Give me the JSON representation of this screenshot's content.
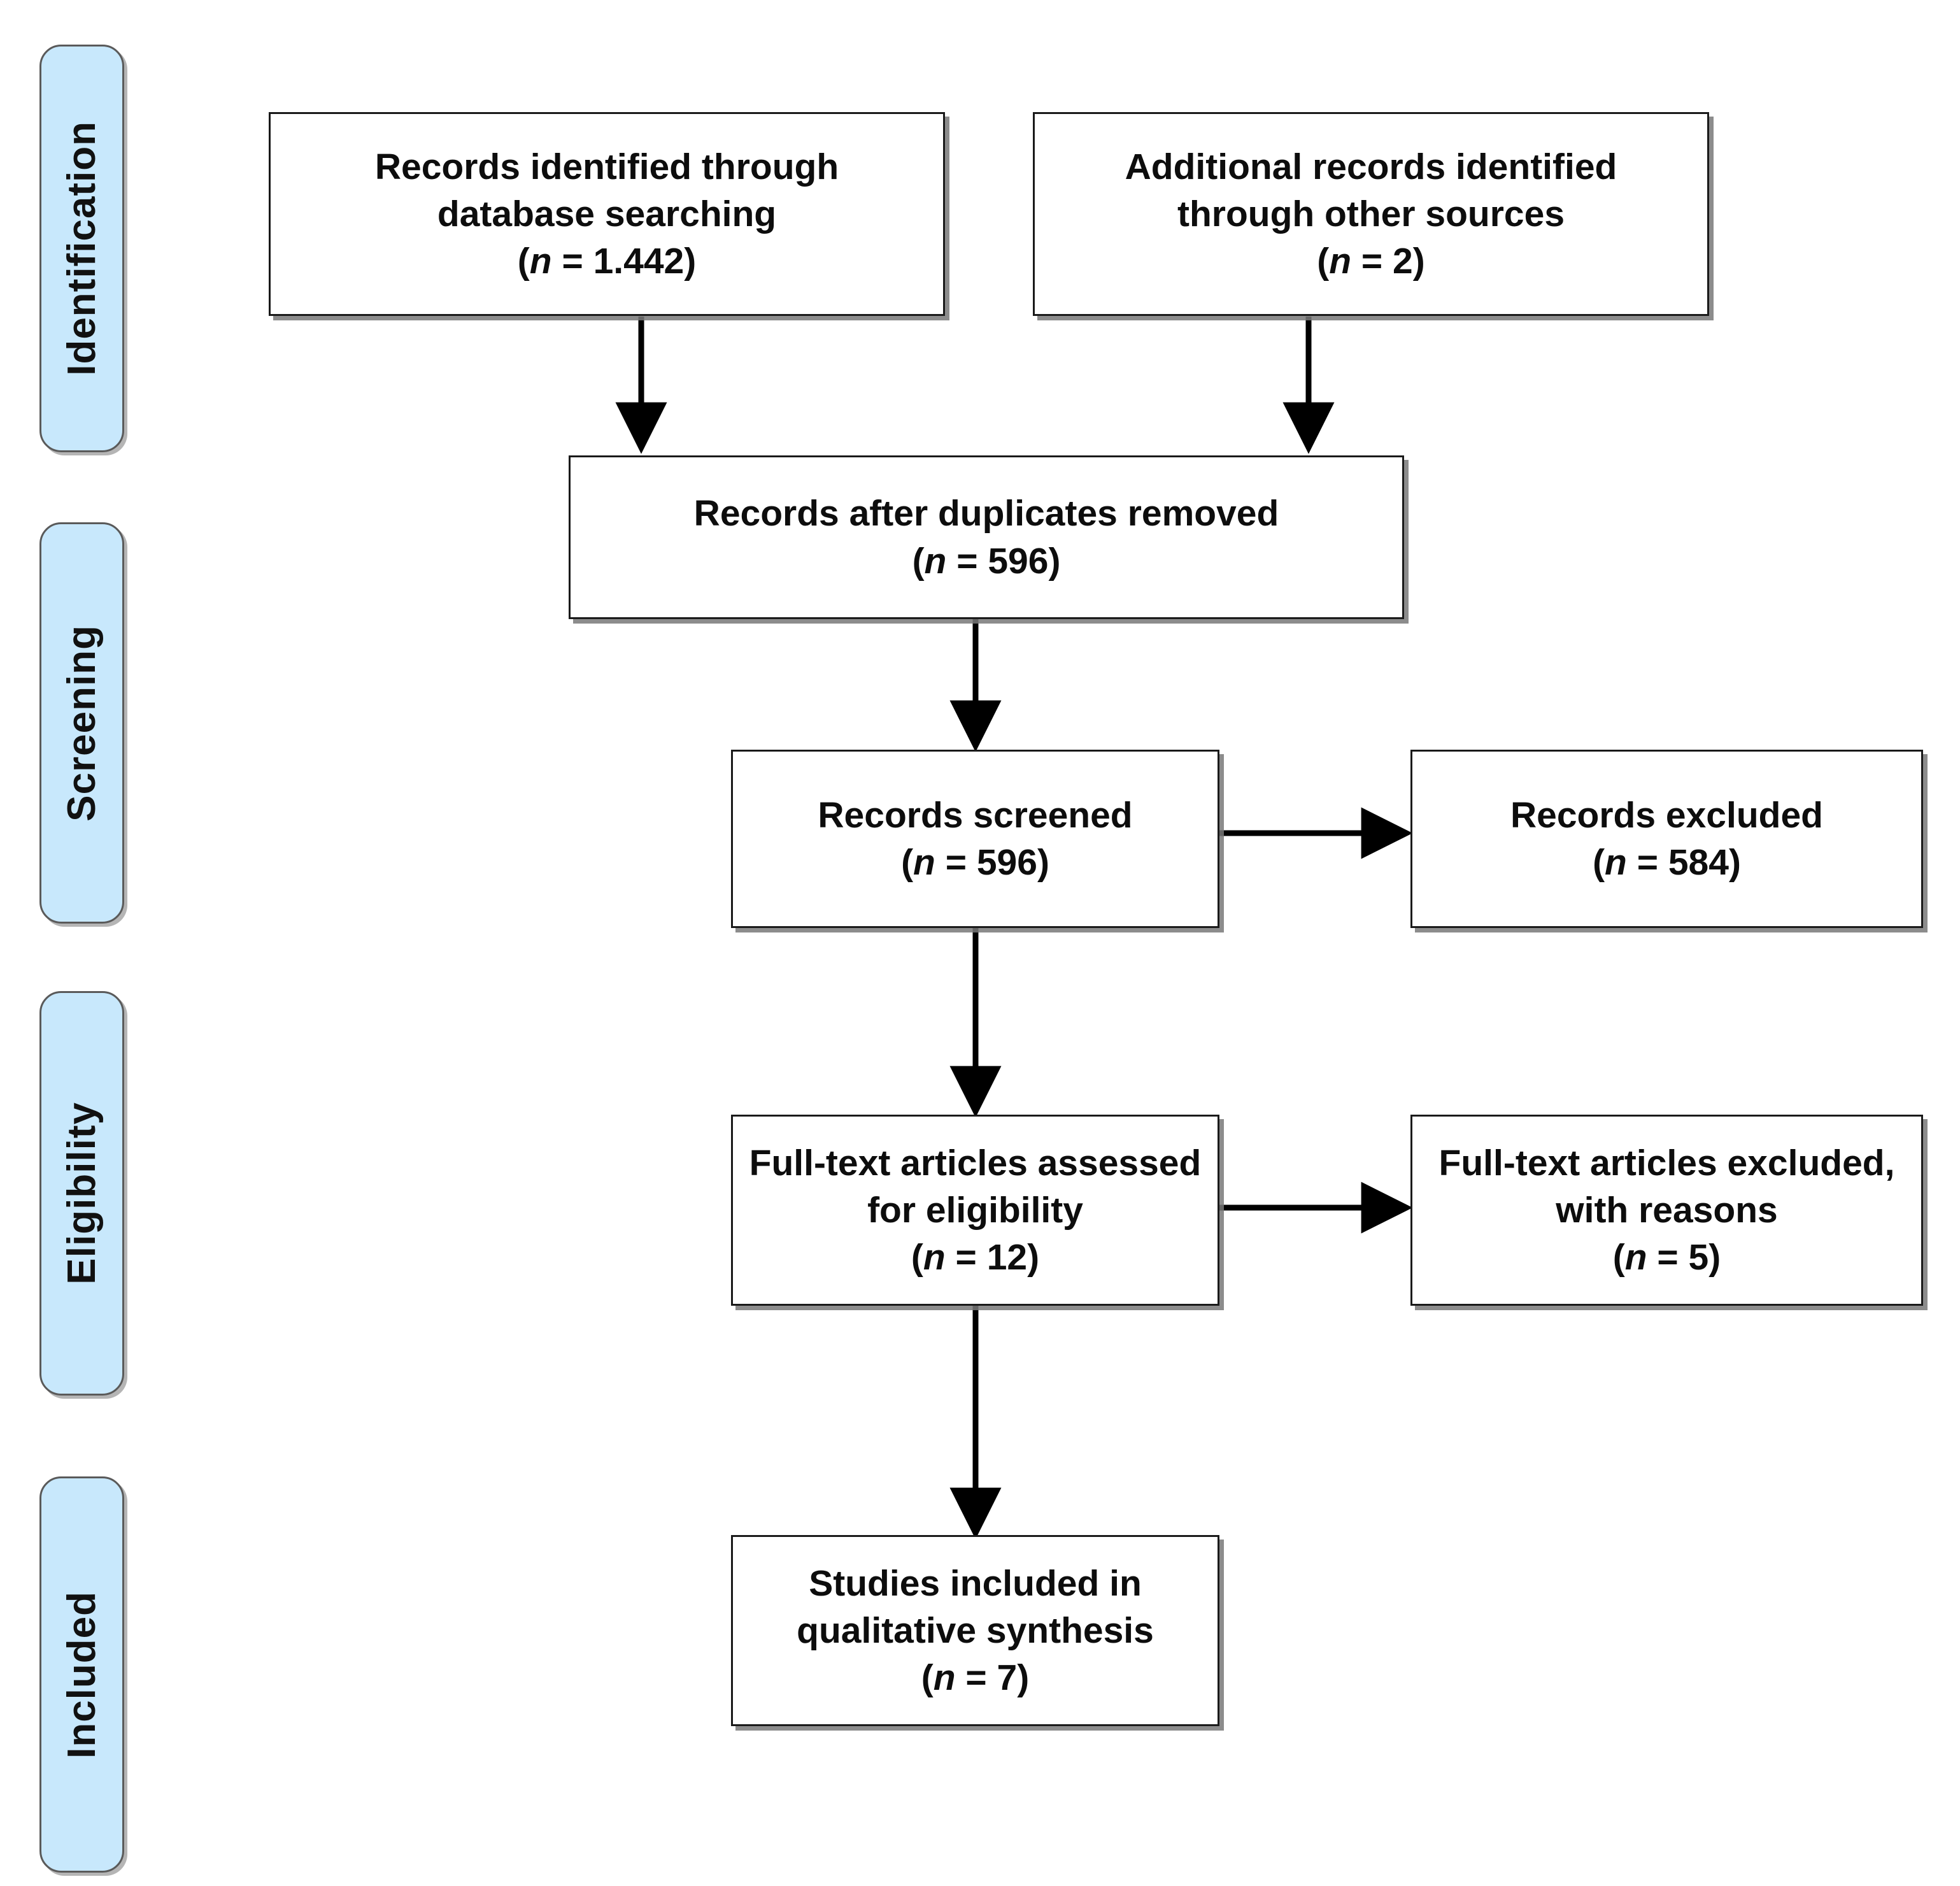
{
  "diagram": {
    "title": "PRISMA flow diagram",
    "colors": {
      "stage_chip_fill": "#c8e8fc",
      "stage_chip_border": "#5a5a5a",
      "box_border": "#1a1a1a",
      "box_fill": "#ffffff",
      "connector": "#000000",
      "page_background": "#ffffff"
    },
    "stages": [
      {
        "label": "Identification"
      },
      {
        "label": "Screening"
      },
      {
        "label": "Eligibility"
      },
      {
        "label": "Included"
      }
    ],
    "boxes": {
      "database_search": {
        "line1": "Records identified through",
        "line2": "database searching",
        "count_open": "(",
        "count_var": "n",
        "count_eq": " = ",
        "count_value": "1.442",
        "count_close": ")"
      },
      "other_sources": {
        "line1": "Additional records identified",
        "line2": "through other sources",
        "count_open": "(",
        "count_var": "n",
        "count_eq": " = ",
        "count_value": "2",
        "count_close": ")"
      },
      "duplicates_removed": {
        "line1": "Records after duplicates removed",
        "count_open": "(",
        "count_var": "n",
        "count_eq": " = ",
        "count_value": "596",
        "count_close": ")"
      },
      "records_screened": {
        "line1": "Records screened",
        "count_open": "(",
        "count_var": "n",
        "count_eq": " = ",
        "count_value": "596",
        "count_close": ")"
      },
      "records_excluded": {
        "line1": "Records excluded",
        "count_open": "(",
        "count_var": "n",
        "count_eq": " = ",
        "count_value": "584",
        "count_close": ")"
      },
      "fulltext_assessed": {
        "line1": "Full-text articles assessed",
        "line2": "for eligibility",
        "count_open": "(",
        "count_var": "n",
        "count_eq": " = ",
        "count_value": "12",
        "count_close": ")"
      },
      "fulltext_excluded": {
        "line1": "Full-text articles excluded,",
        "line2": "with reasons",
        "count_open": "(",
        "count_var": "n",
        "count_eq": " = ",
        "count_value": "5",
        "count_close": ")"
      },
      "studies_included": {
        "line1": "Studies included in",
        "line2": "qualitative synthesis",
        "count_open": "(",
        "count_var": "n",
        "count_eq": " = ",
        "count_value": "7",
        "count_close": ")"
      }
    }
  }
}
